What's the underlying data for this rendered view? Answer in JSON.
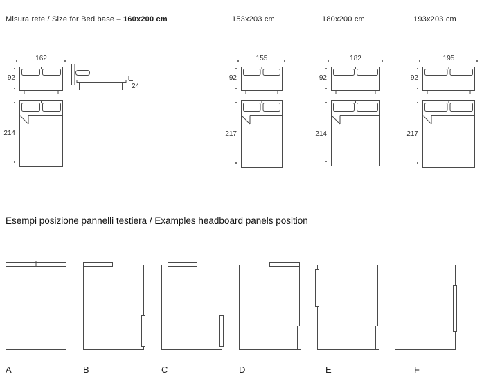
{
  "header": {
    "main_prefix": "Misura rete / Size for Bed base – ",
    "main_size": "160x200 cm",
    "sizes": [
      "153x203 cm",
      "180x200 cm",
      "193x203 cm"
    ]
  },
  "dimensions": {
    "groups": [
      {
        "width": "162",
        "height": "92",
        "length": "214",
        "base_height": "24"
      },
      {
        "width": "155",
        "height": "92",
        "length": "217"
      },
      {
        "width": "182",
        "height": "92",
        "length": "214"
      },
      {
        "width": "195",
        "height": "92",
        "length": "217"
      }
    ]
  },
  "section_title": "Esempi posizione pannelli testiera / Examples headboard panels position",
  "examples": {
    "labels": [
      "A",
      "B",
      "C",
      "D",
      "E",
      "F"
    ]
  },
  "colors": {
    "line": "#4a4a4a",
    "text": "#1a1a1a"
  }
}
